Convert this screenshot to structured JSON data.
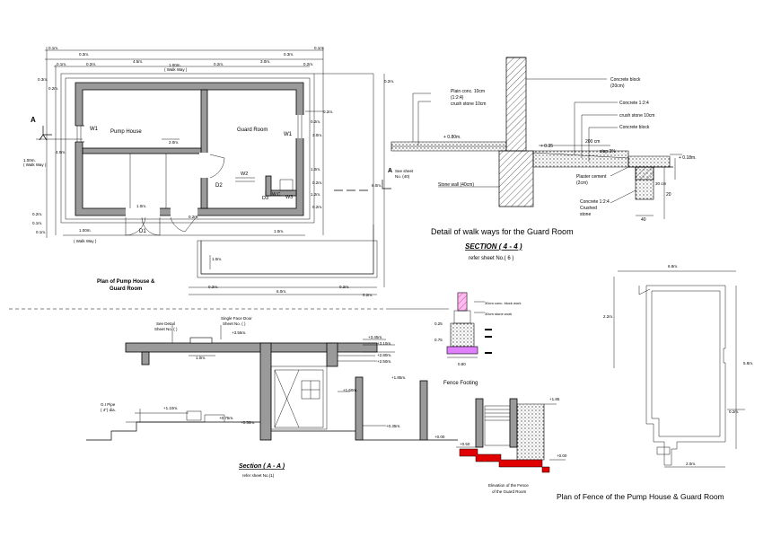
{
  "plan": {
    "title_line1": "Plan of Pump House &",
    "title_line2": "Guard Room",
    "room_pump": "Pump House",
    "room_guard": "Guard Room",
    "w1_left": "W1",
    "w1_right": "W1",
    "w2": "W2",
    "w3": "W3",
    "wc": "W.C",
    "d1": "D1",
    "d2": "D2",
    "d3": "D3",
    "see_sheet": "See sheet",
    "see_sheet_no": "No. (40)",
    "walk_way_left": "( Walk Way )",
    "walk_way_bottom": "( Walk Way )",
    "walk_way_top": "( Walk Way )",
    "section_mark": "A",
    "dims": {
      "d01a": "0.1m.",
      "d03a": "0.3m.",
      "d03b": "0.3m.",
      "d01b": "0.1m.",
      "d01c": "0.1m.",
      "d02a": "0.2m.",
      "d45": "4.5m.",
      "d100a": "1.00m.",
      "d02b": "0.2m.",
      "d30a": "3.0m.",
      "d02c": "0.2m.",
      "d03c": "0.3m.",
      "d02d": "0.2m.",
      "d02e": "0.2m.",
      "d40": "4.0m.",
      "d100b": "1.00m.",
      "d20a": "2.0m.",
      "d02f": "0.2m.",
      "d02g": "0.2m.",
      "d60": "6.0m.",
      "d30b": "3.0m.",
      "d10a": "1.0m.",
      "d10b": "1.0m.",
      "d12": "1.2m.",
      "d100c": "1.00m.",
      "d02h": "0.2m.",
      "d01d": "0.1m.",
      "d10c": "1.0m.",
      "d02i": "0.2m.",
      "d02j": "0.2m.",
      "d60b": "6.0m.",
      "d02k": "0.2m.",
      "d02l": "0.2m.",
      "d02m": "0.2m.",
      "d20b": "2.0m.",
      "d10d": "1.0m.",
      "d20c": "2.0m.",
      "d02n": "0.2m.",
      "d01e": "0.1m.",
      "d02o": "0.2m.",
      "d02p": "0.2m."
    }
  },
  "detail": {
    "concrete_block_top": "Concrete block",
    "concrete_block_top_2": "(20cm)",
    "plain_conc": "Plain conc. 10cm",
    "plain_conc_mix": "(1:2:4)",
    "crush_stone": "crush stone 10cm",
    "level_080": "+ 0.80m.",
    "level_035": "+ 0.35",
    "level_018": "+ 0.18m.",
    "slop": "slop 2%",
    "dim_200": "200 cm",
    "concrete_124": "Concrete 1:2:4",
    "crush_stone_2": "crush stone 10cm",
    "concrete_block_2": "Concrete block",
    "plaster_cement": "Plaster cement",
    "plaster_cement_2": "(2cm)",
    "stone_wall": "Stone wall  (40cm)",
    "concrete_124_b": "Concrete  1:2:4",
    "crushed": "Crushed",
    "stone": "stone",
    "dim_40": "40",
    "dim_20": "20",
    "dim_30": "30 cm",
    "title": "Detail of walk ways for the Guard Room",
    "section_title": "SECTION ( 4 - 4 )",
    "refer": "refer sheet No.( 6 )"
  },
  "section": {
    "title": "Section ( A - A )",
    "refer": "refer sheet No.(1)",
    "see_detail": "See Detail",
    "see_detail_2": "Sheet No. ( )",
    "single_face": "Single Face Door",
    "single_face_2": "Sheet No. ( )",
    "gi_pipe": "G.I Pipe",
    "gi_pipe_2": "( 4\") dia.",
    "l355": "+3.55m.",
    "l345": "+3.45m.",
    "l310": "+3.10m.",
    "l280": "+2.80m.",
    "l250": "+2.50m.",
    "l185": "+1.85m.",
    "l160": "+1.60m.",
    "l110": "+1.10m.",
    "l075": "+0.75m.",
    "l050": "+0.50m.",
    "l035": "+0.35m.",
    "l000": "+0.00",
    "dim_10": "1.0m.",
    "dim_00": "0.0m."
  },
  "footing": {
    "label_1": "30cm conc. block work",
    "label_2": "30cm stone work",
    "l025": "0.25",
    "l075": "0.75",
    "l080": "0.80",
    "title": "Fence Footing"
  },
  "elevation": {
    "l185": "+1.85",
    "l050": "+0.50",
    "l000": "+0.00",
    "title_1": "Elevation of the Fence",
    "title_2": "of the Guard Room"
  },
  "fence": {
    "title": "Plan of Fence of the Pump House & Guard Room",
    "dim_top": "6.8m.",
    "dim_right": "5.8m.",
    "dim_left": "2.2m.",
    "dim_mid": "0.2m.",
    "dim_bottom": "2.0m."
  }
}
